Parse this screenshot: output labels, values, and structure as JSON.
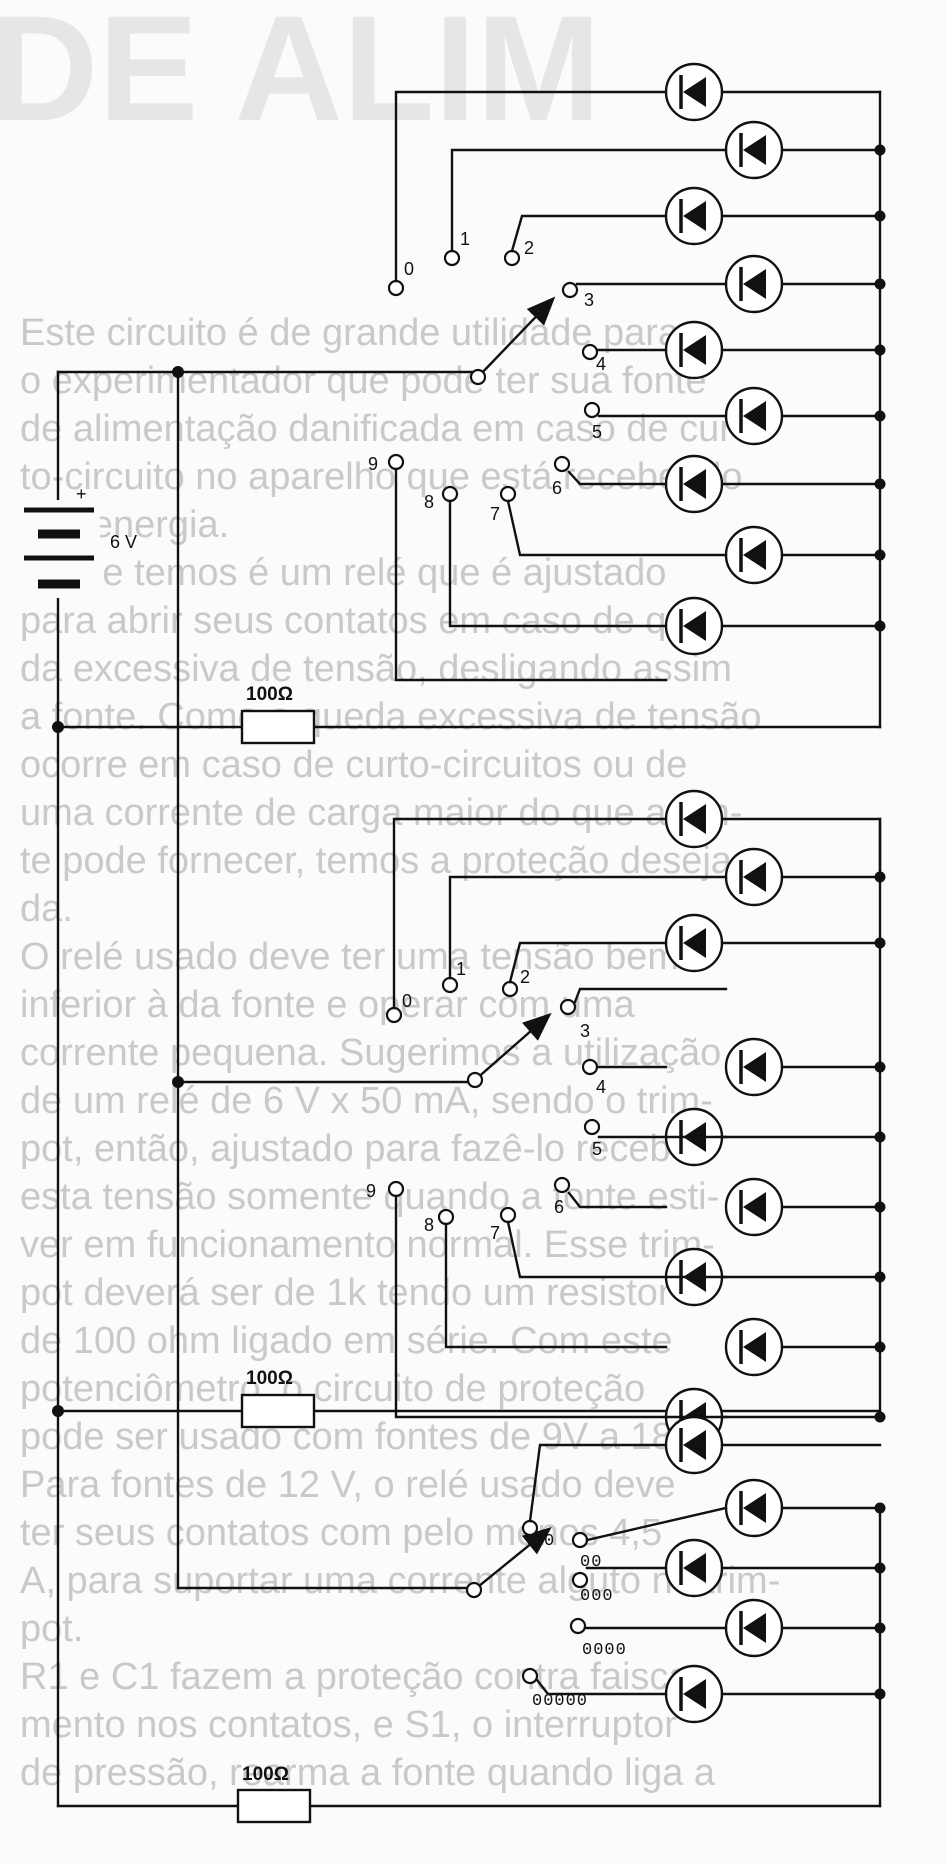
{
  "background": {
    "title_fragment": "DE ALIM",
    "lines": [
      "Este circuito é de grande utilidade para",
      "o experimentador que pode ter sua fonte",
      "de alimentação danificada em caso de cur-",
      "to-circuito no aparelho que está recebendo",
      "sua energia.",
      "O que temos é um relé que é ajustado",
      "para abrir seus contatos em caso de que-",
      "da excessiva de tensão, desligando assim",
      "a fonte. Como a queda excessiva de tensão",
      "ocorre em caso de curto-circuitos ou de",
      "uma corrente de carga maior do que a fon-",
      "te pode fornecer, temos a proteção deseja-",
      "da.",
      "O relé usado deve ter uma tensão bem",
      "inferior à da fonte e operar com uma",
      "corrente pequena. Sugerimos a utilização",
      "de um relé de 6 V x 50 mA, sendo o trim-",
      "pot, então, ajustado para fazê-lo receber",
      "esta tensão somente quando a fonte esti-",
      "ver em funcionamento normal. Esse trim-",
      "pot deverá ser de 1k tendo um resistor",
      "de 100 ohm ligado em série. Com este",
      "potenciômetro, o circuito de proteção",
      "pode ser usado com fontes de 9V a 18V.",
      "Para fontes de 12 V, o relé usado deve",
      "ter seus contatos com pelo menos 4,5",
      "A, para suportar uma corrente alguto no trim-",
      "pot.",
      "R1 e C1 fazem a proteção contra faisca-",
      "mento nos contatos, e S1, o interruptor",
      "de pressão, rearma a fonte quando liga a"
    ]
  },
  "battery": {
    "polarity": "+",
    "label": "6 V"
  },
  "resistors": [
    {
      "label": "100Ω"
    },
    {
      "label": "100Ω"
    },
    {
      "label": "100Ω"
    }
  ],
  "switch_top": {
    "positions": [
      "0",
      "1",
      "2",
      "3",
      "4",
      "5",
      "6",
      "7",
      "8",
      "9"
    ]
  },
  "switch_middle": {
    "positions": [
      "0",
      "1",
      "2",
      "3",
      "4",
      "5",
      "6",
      "7",
      "8",
      "9"
    ]
  },
  "switch_bottom": {
    "positions": [
      "0",
      "00",
      "000",
      "0000",
      "00000"
    ]
  },
  "leds": {
    "top_count": 9,
    "middle_count": 9,
    "bottom_count": 5
  }
}
